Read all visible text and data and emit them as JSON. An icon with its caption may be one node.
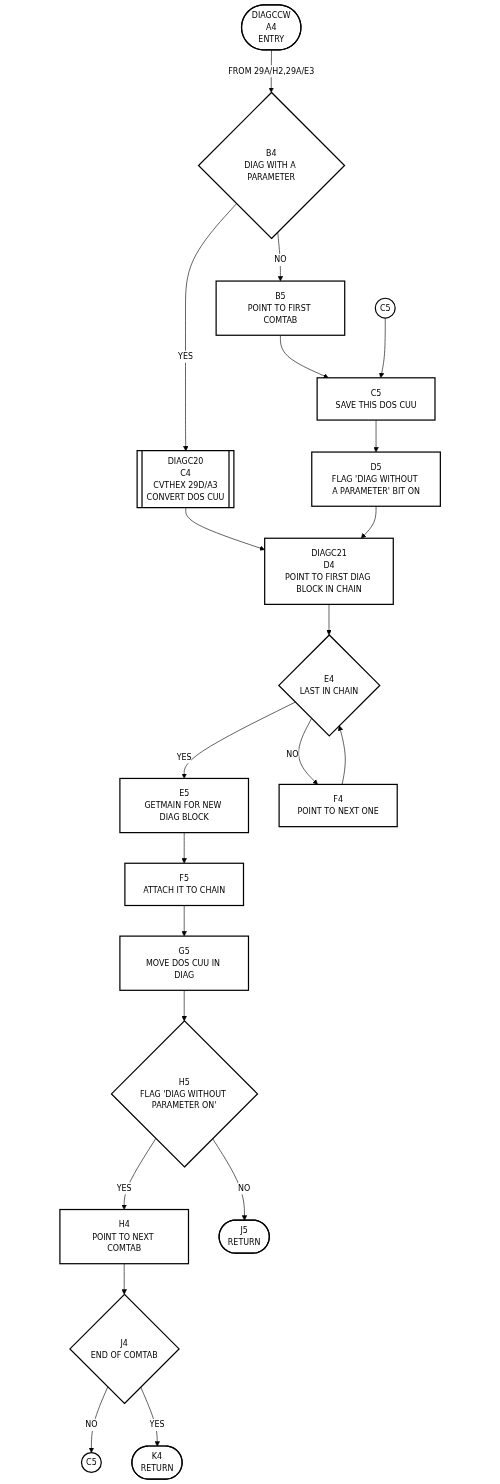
{
  "diagram": {
    "nodes": [
      {
        "text": [
          "DIAGCCW",
          "A4",
          "ENTRY"
        ]
      },
      {
        "text": [
          "B4",
          "DIAG WITH A PARAMETER"
        ]
      },
      {
        "text": [
          "B5",
          "POINT TO FIRST COMTAB"
        ]
      },
      {
        "text": [
          "C5"
        ]
      },
      {
        "text": [
          "DIAGC20",
          "C4",
          "CVTHEX 29D/A3",
          "CONVERT DOS CUU"
        ]
      },
      {
        "text": [
          "C5",
          "SAVE THIS DOS CUU"
        ]
      },
      {
        "text": [
          "DIAGC21",
          "D4",
          "POINT TO FIRST DIAG BLOCK IN CHAIN"
        ]
      },
      {
        "text": [
          "D5",
          "FLAG 'DIAG WITHOUT A PARAMETER' BIT ON"
        ]
      },
      {
        "text": [
          "E4",
          "LAST IN CHAIN"
        ]
      },
      {
        "text": [
          "E5",
          "GETMAIN FOR NEW DIAG BLOCK"
        ]
      },
      {
        "text": [
          "F4",
          "POINT TO NEXT ONE"
        ]
      },
      {
        "text": [
          "F5",
          "ATTACH IT TO CHAIN"
        ]
      },
      {
        "text": [
          "G5",
          "MOVE DOS CUU IN DIAG"
        ]
      },
      {
        "text": [
          "H5",
          "FLAG 'DIAG WITHOUT PARAMETER ON'"
        ]
      },
      {
        "text": [
          "H4",
          "POINT TO NEXT COMTAB"
        ]
      },
      {
        "text": [
          "J5",
          "RETURN"
        ]
      },
      {
        "text": [
          "J4",
          "END OF COMTAB"
        ]
      },
      {
        "text": [
          "C5"
        ]
      },
      {
        "text": [
          "K4",
          "RETURN"
        ]
      }
    ],
    "edges": [
      {
        "from": 0,
        "to": 1,
        "arrow": "to",
        "label": "FROM 29A/H2,29A/E3"
      },
      {
        "from": 1,
        "to": 2,
        "arrow": "to",
        "label": "NO"
      },
      {
        "from": 1,
        "to": 4,
        "arrow": "to",
        "label": "YES"
      },
      {
        "from": 2,
        "to": 5,
        "arrow": "to"
      },
      {
        "from": 3,
        "to": 5,
        "arrow": "to"
      },
      {
        "from": 4,
        "to": 6,
        "arrow": "to"
      },
      {
        "from": 5,
        "to": 7,
        "arrow": "to"
      },
      {
        "from": 7,
        "to": 6,
        "arrow": "to"
      },
      {
        "from": 6,
        "to": 8,
        "arrow": "to"
      },
      {
        "from": 8,
        "to": 9,
        "arrow": "to",
        "label": "YES"
      },
      {
        "from": 8,
        "to": 10,
        "arrow": "to",
        "label": "NO"
      },
      {
        "from": 10,
        "to": 8,
        "arrow": "to"
      },
      {
        "from": 9,
        "to": 11,
        "arrow": "to"
      },
      {
        "from": 11,
        "to": 12,
        "arrow": "to"
      },
      {
        "from": 12,
        "to": 13,
        "arrow": "to"
      },
      {
        "from": 13,
        "to": 14,
        "arrow": "to",
        "label": "YES"
      },
      {
        "from": 13,
        "to": 15,
        "arrow": "to",
        "label": "NO"
      },
      {
        "from": 14,
        "to": 16,
        "arrow": "to"
      },
      {
        "from": 16,
        "to": 17,
        "arrow": "to",
        "label": "NO"
      },
      {
        "from": 16,
        "to": 18,
        "arrow": "to",
        "label": "YES"
      }
    ]
  }
}
